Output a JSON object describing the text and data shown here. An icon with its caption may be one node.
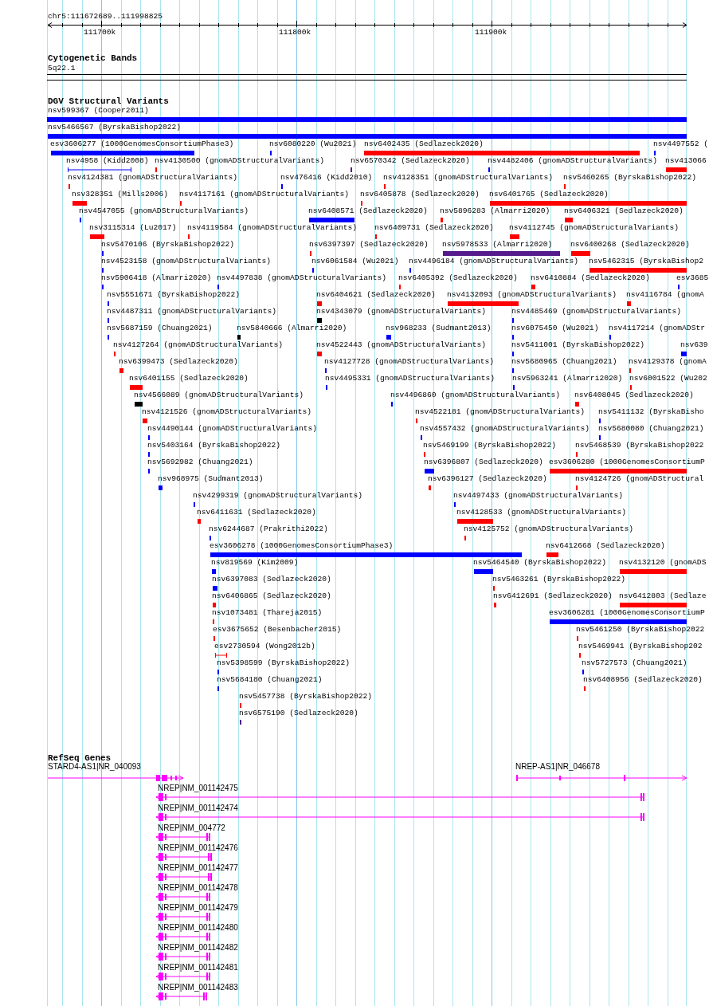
{
  "diagram": {
    "labels": [
      "chr5:111672689..111998825",
      "111700k",
      "111800k",
      "111900k",
      "Cytogenetic Bands",
      "5q22.1",
      "DGV Structural Variants",
      "nsv599367 (Cooper2011)",
      "nsv5466567 (ByrskaBishop2022)",
      "esv3606277 (1000GenomesConsortiumPhase3)",
      "nsv6080220 (Wu2021)",
      "nsv6402435 (Sedlazeck2020)",
      "nsv4497552 (",
      "nsv4958 (Kidd2008)",
      "nsv4130500 (gnomADStructuralVariants)",
      "nsv6570342 (Sedlazeck2020)",
      "nsv4482406 (gnomADStructuralVariants)",
      "nsv413066",
      "nsv4124381 (gnomADStructuralVariants)",
      "nsv476416 (Kidd2010)",
      "nsv4128351 (gnomADStructuralVariants)",
      "nsv5460265 (ByrskaBishop2022)",
      "nsv328351 (Mills2006)",
      "nsv4117161 (gnomADStructuralVariants)",
      "nsv6405878 (Sedlazeck2020)",
      "nsv6401765 (Sedlazeck2020)",
      "nsv4547055 (gnomADStructuralVariants)",
      "nsv6408571 (Sedlazeck2020)",
      "nsv5896283 (Almarri2020)",
      "nsv6406321 (Sedlazeck2020)",
      "nsv3115314 (Lu2017)",
      "nsv4119584 (gnomADStructuralVariants)",
      "nsv6409731 (Sedlazeck2020)",
      "nsv4112745 (gnomADStructuralVariants)",
      "nsv5470106 (ByrskaBishop2022)",
      "nsv6397397 (Sedlazeck2020)",
      "nsv5978533 (Almarri2020)",
      "nsv6400268 (Sedlazeck2020)",
      "nsv4523158 (gnomADStructuralVariants)",
      "nsv6061584 (Wu2021)",
      "nsv4496184 (gnomADStructuralVariants)",
      "nsv5462315 (ByrskaBishop2",
      "nsv5906418 (Almarri2020)",
      "nsv4497838 (gnomADStructuralVariants)",
      "nsv6405392 (Sedlazeck2020)",
      "nsv6410884 (Sedlazeck2020)",
      "esv3685",
      "nsv5551671 (ByrskaBishop2022)",
      "nsv6404621 (Sedlazeck2020)",
      "nsv4132093 (gnomADStructuralVariants)",
      "nsv4116784 (gnomA",
      "nsv4487311 (gnomADStructuralVariants)",
      "nsv4343079 (gnomADStructuralVariants)",
      "nsv4485469 (gnomADStructuralVariants)",
      "nsv5687159 (Chuang2021)",
      "nsv5840666 (Almarri2020)",
      "nsv968233 (Sudmant2013)",
      "nsv6075450 (Wu2021)",
      "nsv4117214 (gnomADStr",
      "nsv4127264 (gnomADStructuralVariants)",
      "nsv4522443 (gnomADStructuralVariants)",
      "nsv5411001 (ByrskaBishop2022)",
      "nsv639",
      "nsv6399473 (Sedlazeck2020)",
      "nsv4127728 (gnomADStructuralVariants)",
      "nsv5680965 (Chuang2021)",
      "nsv4129378 (gnomA",
      "nsv6401155 (Sedlazeck2020)",
      "nsv4495331 (gnomADStructuralVariants)",
      "nsv5963241 (Almarri2020)",
      "nsv6001522 (Wu202",
      "nsv4566089 (gnomADStructuralVariants)",
      "nsv4496860 (gnomADStructuralVariants)",
      "nsv6408045 (Sedlazeck2020)",
      "nsv4121526 (gnomADStructuralVariants)",
      "nsv4522181 (gnomADStructuralVariants)",
      "nsv5411132 (ByrskaBisho",
      "nsv4490144 (gnomADStructuralVariants)",
      "nsv4557432 (gnomADStructuralVariants)",
      "nsv5680080 (Chuang2021)",
      "nsv5403164 (ByrskaBishop2022)",
      "nsv5469199 (ByrskaBishop2022)",
      "nsv5468539 (ByrskaBishop2022",
      "nsv5692982 (Chuang2021)",
      "nsv6396807 (Sedlazeck2020)",
      "esv3606280 (1000GenomesConsortiumP",
      "nsv968975 (Sudmant2013)",
      "nsv6396127 (Sedlazeck2020)",
      "nsv4124726 (gnomADStructural",
      "nsv4299319 (gnomADStructuralVariants)",
      "nsv4497433 (gnomADStructuralVariants)",
      "nsv6411631 (Sedlazeck2020)",
      "nsv4128533 (gnomADStructuralVariants)",
      "nsv6244687 (Prakrithi2022)",
      "nsv4125752 (gnomADStructuralVariants)",
      "esv3606278 (1000GenomesConsortiumPhase3)",
      "nsv6412668 (Sedlazeck2020)",
      "nsv819569 (Kim2009)",
      "nsv5464540 (ByrskaBishop2022)",
      "nsv4132120 (gnomADS",
      "nsv6397083 (Sedlazeck2020)",
      "nsv5463261 (ByrskaBishop2022)",
      "nsv6406865 (Sedlazeck2020)",
      "nsv6412691 (Sedlazeck2020)",
      "nsv6412803 (Sedlaze",
      "nsv1073481 (Thareja2015)",
      "esv3606281 (1000GenomesConsortiumP",
      "esv3675652 (Besenbacher2015)",
      "nsv5461250 (ByrskaBishop2022",
      "esv2730594 (Wong2012b)",
      "nsv5469941 (ByrskaBishop202",
      "nsv5398599 (ByrskaBishop2022)",
      "nsv5727573 (Chuang2021)",
      "nsv5684180 (Chuang2021)",
      "nsv6408956 (Sedlazeck2020)",
      "nsv5457738 (ByrskaBishop2022)",
      "nsv6575190 (Sedlazeck2020)",
      "RefSeq Genes",
      "STARD4-AS1|NR_040093",
      "NREP-AS1|NR_046678",
      "NREP|NM_001142475",
      "NREP|NM_001142474",
      "NREP|NM_004772",
      "NREP|NM_001142476",
      "NREP|NM_001142477",
      "NREP|NM_001142478",
      "NREP|NM_001142479",
      "NREP|NM_001142480",
      "NREP|NM_001142482",
      "NREP|NM_001142481",
      "NREP|NM_001142483"
    ]
  }
}
